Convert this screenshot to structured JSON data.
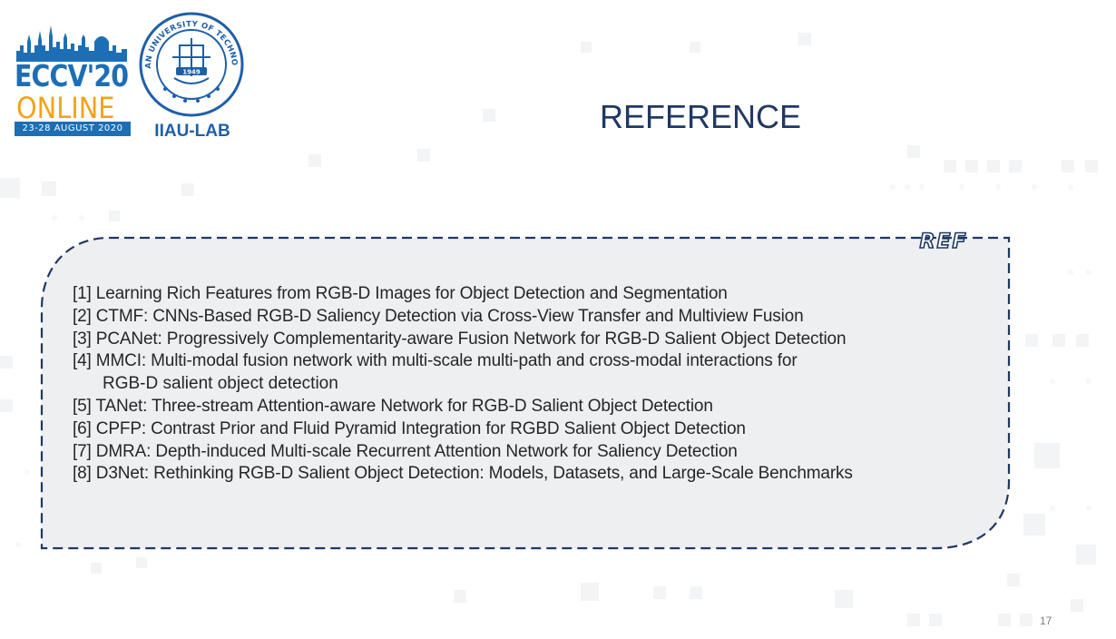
{
  "logos": {
    "eccv": {
      "title": "ECCV'20",
      "subtitle": "ONLINE",
      "dates": "23-28 AUGUST 2020"
    },
    "university": {
      "seal_text": "DALIAN UNIVERSITY OF TECHNOLOGY",
      "seal_year": "1949",
      "lab_name": "IIAU-LAB"
    }
  },
  "slide": {
    "title": "REFERENCE",
    "badge": "REF",
    "page_number": "17"
  },
  "references": [
    {
      "lines": [
        "[1] Learning Rich Features from RGB-D Images for Object Detection and Segmentation"
      ]
    },
    {
      "lines": [
        "[2] CTMF: CNNs-Based RGB-D Saliency Detection via Cross-View Transfer and Multiview Fusion"
      ]
    },
    {
      "lines": [
        "[3] PCANet: Progressively Complementarity-aware Fusion Network for RGB-D Salient Object Detection"
      ]
    },
    {
      "lines": [
        "[4] MMCI: Multi-modal fusion network with multi-scale multi-path and cross-modal interactions for",
        "RGB-D salient object detection"
      ]
    },
    {
      "lines": [
        "[5] TANet: Three-stream Attention-aware Network for RGB-D Salient Object Detection"
      ]
    },
    {
      "lines": [
        "[6] CPFP: Contrast Prior and Fluid Pyramid Integration for RGBD Salient Object Detection"
      ]
    },
    {
      "lines": [
        "[7] DMRA: Depth-induced Multi-scale Recurrent Attention Network for Saliency Detection"
      ]
    },
    {
      "lines": [
        "[8] D3Net: Rethinking RGB-D Salient Object Detection: Models, Datasets, and Large-Scale Benchmarks"
      ]
    }
  ],
  "colors": {
    "title": "#1f3864",
    "eccv_blue": "#1c6fb5",
    "eccv_orange": "#f2a21b",
    "frame_dash": "#1f3864",
    "box_fill": "#eeeff1"
  }
}
